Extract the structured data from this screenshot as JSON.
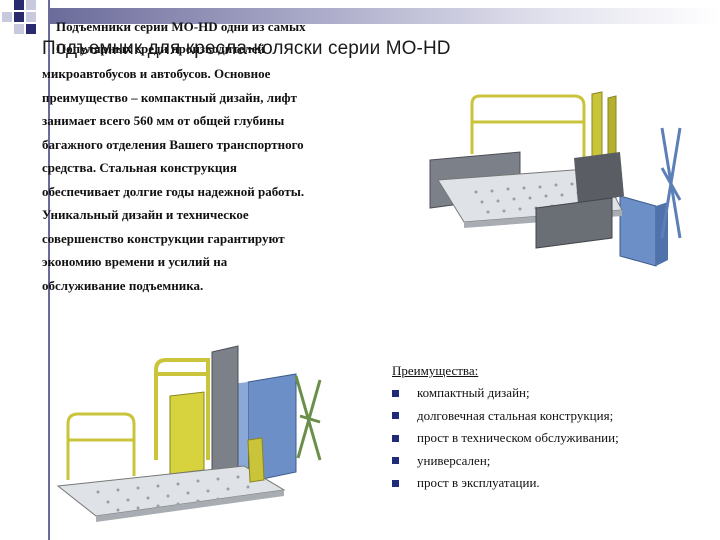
{
  "header": {
    "overlap_line_1": "Подъемники серии MO-HD одни из самых",
    "overlap_line_2": "Популярных среди производителей",
    "title": "Подъемник для кресла-коляски серии MO-HD"
  },
  "description": {
    "lines": [
      "микроавтобусов и автобусов. Основное",
      "преимущество – компактный дизайн, лифт",
      "занимает всего 560 мм от общей глубины",
      "багажного отделения Вашего транспортного",
      "средства. Стальная конструкция",
      "обеспечивает долгие годы надежной работы.",
      "Уникальный дизайн и техническое",
      "совершенство конструкции гарантируют",
      "экономию времени и усилий на",
      "обслуживание подъемника."
    ]
  },
  "advantages": {
    "heading": "Преимущества:",
    "items": [
      "компактный дизайн;",
      "долговечная стальная конструкция;",
      "прост в техническом обслуживании;",
      "универсален;",
      "прост в эксплуатации."
    ]
  },
  "colors": {
    "accent_bar": "#6b6b9a",
    "bullet": "#1f2a78",
    "frame_yellow": "#c9c43a",
    "frame_blue": "#6d8fc8",
    "platform_grey": "#cfd2d6"
  },
  "icons": {
    "bullet": "square-bullet-icon"
  }
}
